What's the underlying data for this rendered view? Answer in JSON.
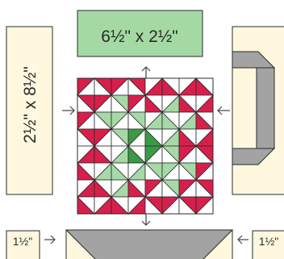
{
  "labels": {
    "top_strip": "6½\" x 2½\"",
    "left_strip": "2½\" x 8½\"",
    "small_left": "1½\"",
    "small_right": "1½\""
  },
  "colors": {
    "red": "#d81f4c",
    "light_green": "#a6d9a6",
    "dark_green": "#3a9a45",
    "white": "#ffffff",
    "cream": "#fff8df",
    "sage": "#a4d9a4",
    "gray": "#a3a3a3",
    "outline": "#2a2a2a",
    "arrow": "#444444"
  },
  "block": {
    "rows": 8,
    "cols": 8
  }
}
